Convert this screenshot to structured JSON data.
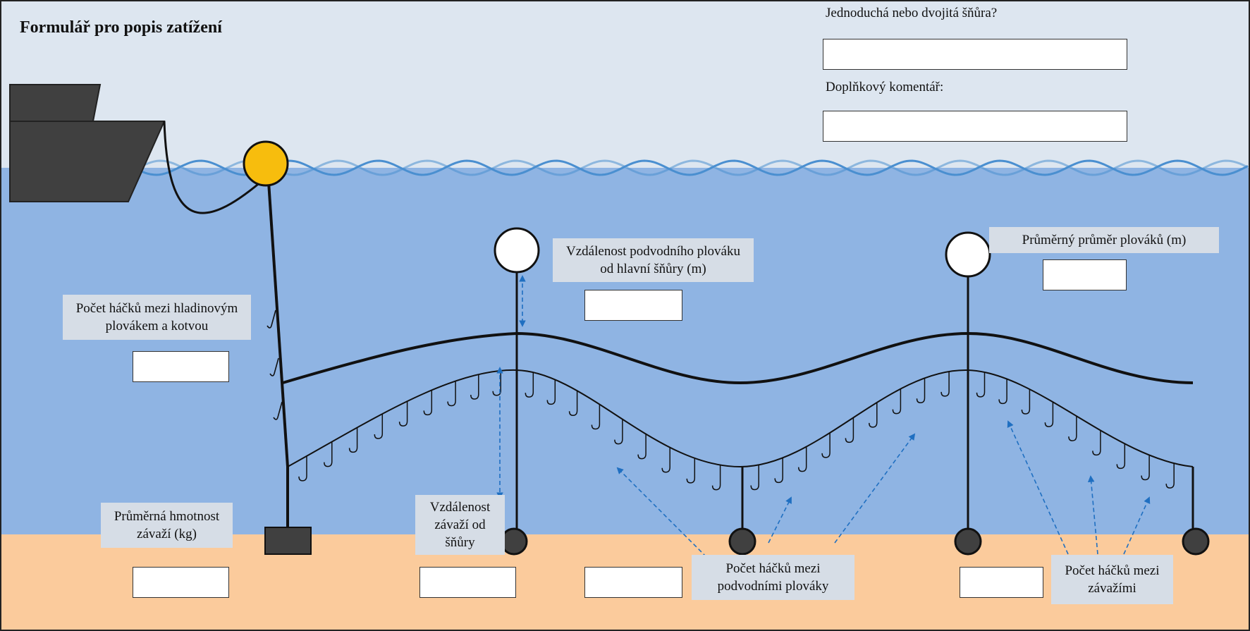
{
  "form": {
    "title": "Formulář pro popis zatížení",
    "line_type_question": "Jednoduchá nebo dvojitá šňůra?",
    "line_type_value": "",
    "comment_label": "Doplňkový komentář:",
    "comment_value": ""
  },
  "labels": {
    "hooks_surface_float_anchor": "Počet háčků mezi hladinovým plovákem a kotvou",
    "subsurface_float_distance": "Vzdálenost podvodního plováku od hlavní šňůry (m)",
    "avg_float_diameter": "Průměrný průměr plováků (m)",
    "avg_weight_mass": "Průměrná hmotnost závaží (kg)",
    "weight_distance": "Vzdálenost závaží od šňůry",
    "hooks_between_floats": "Počet háčků mezi podvodními plováky",
    "hooks_between_weights": "Počet háčků mezi závažími"
  },
  "inputs": {
    "hooks_surface_float_anchor": "",
    "subsurface_float_distance": "",
    "avg_float_diameter": "",
    "avg_weight_mass": "",
    "weight_distance": "",
    "hooks_between_floats": "",
    "hooks_between_weights": ""
  },
  "colors": {
    "sky": "#dde6f0",
    "water": "#8fb4e3",
    "seabed": "#fbcb9c",
    "wave": "#4a8fd0",
    "surface_float": "#f7bd0d",
    "boat": "#404040",
    "arrow": "#1f6fc1",
    "label_bg": "#d6dde6"
  }
}
